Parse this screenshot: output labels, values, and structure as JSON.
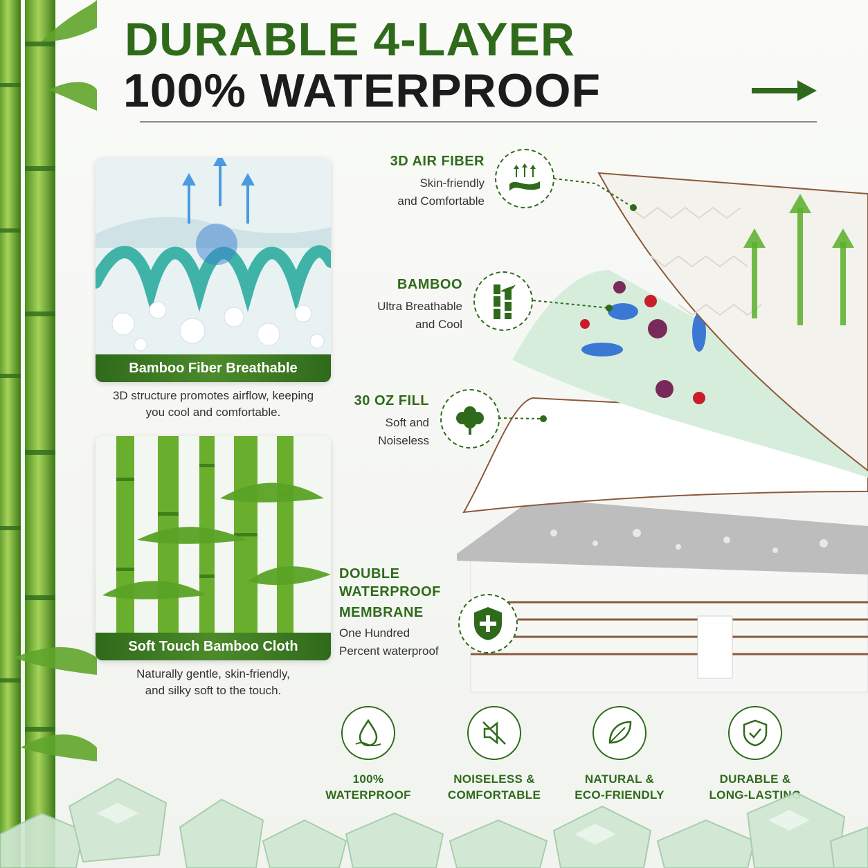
{
  "headline": {
    "line1": "DURABLE 4-LAYER",
    "line2": "100% WATERPROOF"
  },
  "cards": [
    {
      "title": "Bamboo Fiber Breathable",
      "caption_line1": "3D structure promotes airflow, keeping",
      "caption_line2": "you cool and comfortable."
    },
    {
      "title": "Soft Touch Bamboo Cloth",
      "caption_line1": "Naturally gentle, skin-friendly,",
      "caption_line2": "and silky soft to the touch."
    }
  ],
  "layers": [
    {
      "title": "3D AIR FIBER",
      "line1": "Skin-friendly",
      "line2": "and Comfortable",
      "icon": "air-fiber-icon"
    },
    {
      "title": "BAMBOO",
      "line1": "Ultra Breathable",
      "line2": "and Cool",
      "icon": "bamboo-icon"
    },
    {
      "title": "30 OZ FILL",
      "line1": "Soft and",
      "line2": "Noiseless",
      "icon": "cotton-icon"
    },
    {
      "title_line1": "DOUBLE WATERPROOF",
      "title_line2": "MEMBRANE",
      "line1": "One Hundred",
      "line2": "Percent waterproof",
      "icon": "shield-plus-icon"
    }
  ],
  "features": [
    {
      "line1": "100%",
      "line2": "WATERPROOF",
      "icon": "water-drop-icon"
    },
    {
      "line1": "NOISELESS &",
      "line2": "COMFORTABLE",
      "icon": "mute-speaker-icon"
    },
    {
      "line1": "NATURAL &",
      "line2": "ECO-FRIENDLY",
      "icon": "leaf-icon"
    },
    {
      "line1": "DURABLE &",
      "line2": "LONG-LASTING",
      "icon": "shield-check-icon"
    }
  ],
  "colors": {
    "brand_green": "#2f6a1b",
    "dark": "#1c1c1c"
  }
}
